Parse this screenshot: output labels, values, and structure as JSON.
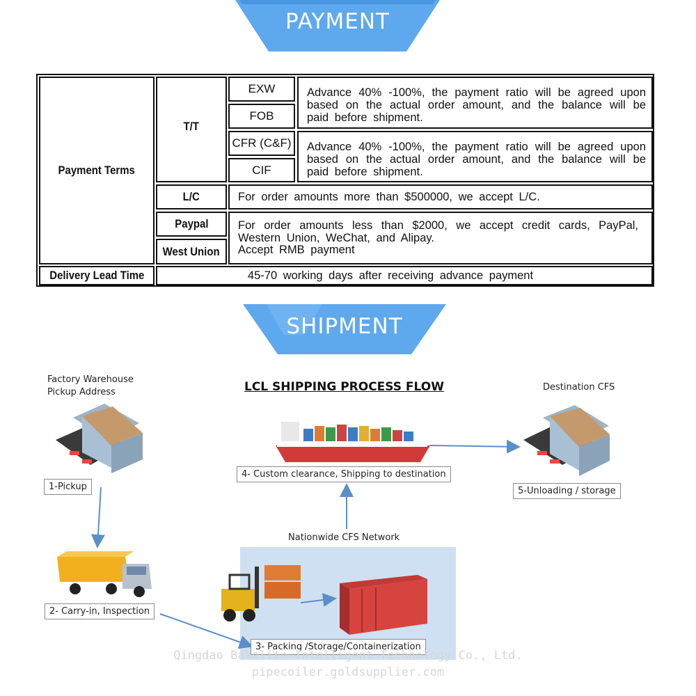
{
  "payment_banner": {
    "title": "PAYMENT",
    "color": "#5ea8ee"
  },
  "shipment_banner": {
    "title": "SHIPMENT",
    "color": "#5ea8ee"
  },
  "payment_table": {
    "payment_terms_label": "Payment Terms",
    "delivery_label": "Delivery Lead Time",
    "tt_label": "T/T",
    "tt_conditions": [
      "EXW",
      "FOB",
      "CFR (C&F)",
      "CIF"
    ],
    "tt_desc_1": "Advance 40% -100%, the payment ratio will be agreed upon based on the actual order amount, and the balance will be paid before shipment.",
    "tt_desc_2": "Advance 40% -100%, the payment ratio will be agreed upon based on the actual order amount, and the balance will be paid before shipment.",
    "lc_label": "L/C",
    "lc_desc": "For order amounts more than $500000, we accept L/C.",
    "paypal_label": "Paypal",
    "westunion_label": "West Union",
    "paypal_desc_line1": "For order amounts less than $2000, we accept credit cards, PayPal, Western Union, WeChat, and Alipay.",
    "paypal_desc_line2": "Accept RMB payment",
    "delivery_desc": "45-70 working days after receiving advance payment"
  },
  "shipment": {
    "flow_title": "LCL SHIPPING PROCESS FLOW",
    "factory_caption": "Factory Warehouse\nPickup Address",
    "destination_caption": "Destination CFS",
    "network_caption": "Nationwide CFS Network",
    "steps": {
      "pickup": "1-Pickup",
      "carry_in": "2- Carry-in, Inspection",
      "packing": "3- Packing /Storage/Containerization",
      "customs": "4- Custom clearance, Shipping to destination",
      "unloading": "5-Unloading / storage"
    },
    "arrow_color": "#5b8fc7",
    "panel_color": "#cfe0f2"
  },
  "watermark": {
    "line1": "Qingdao Bakelite Intelligent Technology Co., Ltd.",
    "line2": "pipecoiler.goldsupplier.com"
  }
}
